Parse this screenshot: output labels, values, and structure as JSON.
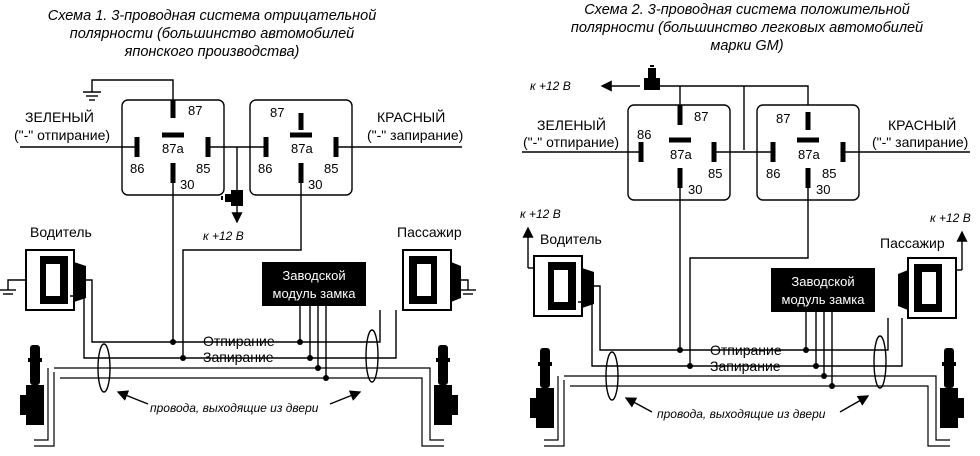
{
  "left": {
    "title_lines": [
      "Схема 1. 3-проводная система отрицательной",
      "полярности (большинство автомобилей",
      "японского производства)"
    ],
    "green_label": "ЗЕЛЕНЫЙ",
    "green_sub": "(\"-\" отпирание)",
    "red_label": "КРАСНЫЙ",
    "red_sub": "(\"-\" запирание)",
    "pin_87": "87",
    "pin_87a": "87a",
    "pin_86": "86",
    "pin_85": "85",
    "pin_30": "30",
    "supply": "к +12 В",
    "driver": "Водитель",
    "passenger": "Пассажир",
    "module_line1": "Заводской",
    "module_line2": "модуль замка",
    "unlock": "Отпирание",
    "lock": "Запирание",
    "wires_note": "провода, выходящие из двери"
  },
  "right": {
    "title_lines": [
      "Схема 2. 3-проводная система положительной",
      "полярности (большинство легковых автомобилей",
      "марки GM)"
    ],
    "supply_top": "к +12 В",
    "green_label": "ЗЕЛЕНЫЙ",
    "green_sub": "(\"-\" отпирание)",
    "red_label": "КРАСНЫЙ",
    "red_sub": "(\"-\" запирание)",
    "pin_87": "87",
    "pin_87a": "87a",
    "pin_86": "86",
    "pin_85": "85",
    "pin_30": "30",
    "supply_driver": "к +12 В",
    "supply_passenger": "к +12 В",
    "driver": "Водитель",
    "passenger": "Пассажир",
    "module_line1": "Заводской",
    "module_line2": "модуль замка",
    "unlock": "Отпирание",
    "lock": "Запирание",
    "wires_note": "провода, выходящие из двери"
  }
}
